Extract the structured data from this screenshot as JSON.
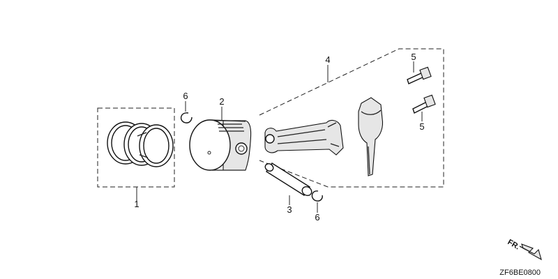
{
  "diagram": {
    "code": "ZF6BE0800",
    "direction_label": "FR."
  },
  "callouts": {
    "piston_ring_set": "1",
    "piston": "2",
    "piston_pin": "3",
    "connecting_rod_assembly": "4",
    "rod_bolt_upper": "5",
    "rod_bolt_lower": "5",
    "pin_clip_upper": "6",
    "pin_clip_lower": "6"
  },
  "icons": {
    "direction": "arrow-right-down-icon"
  }
}
